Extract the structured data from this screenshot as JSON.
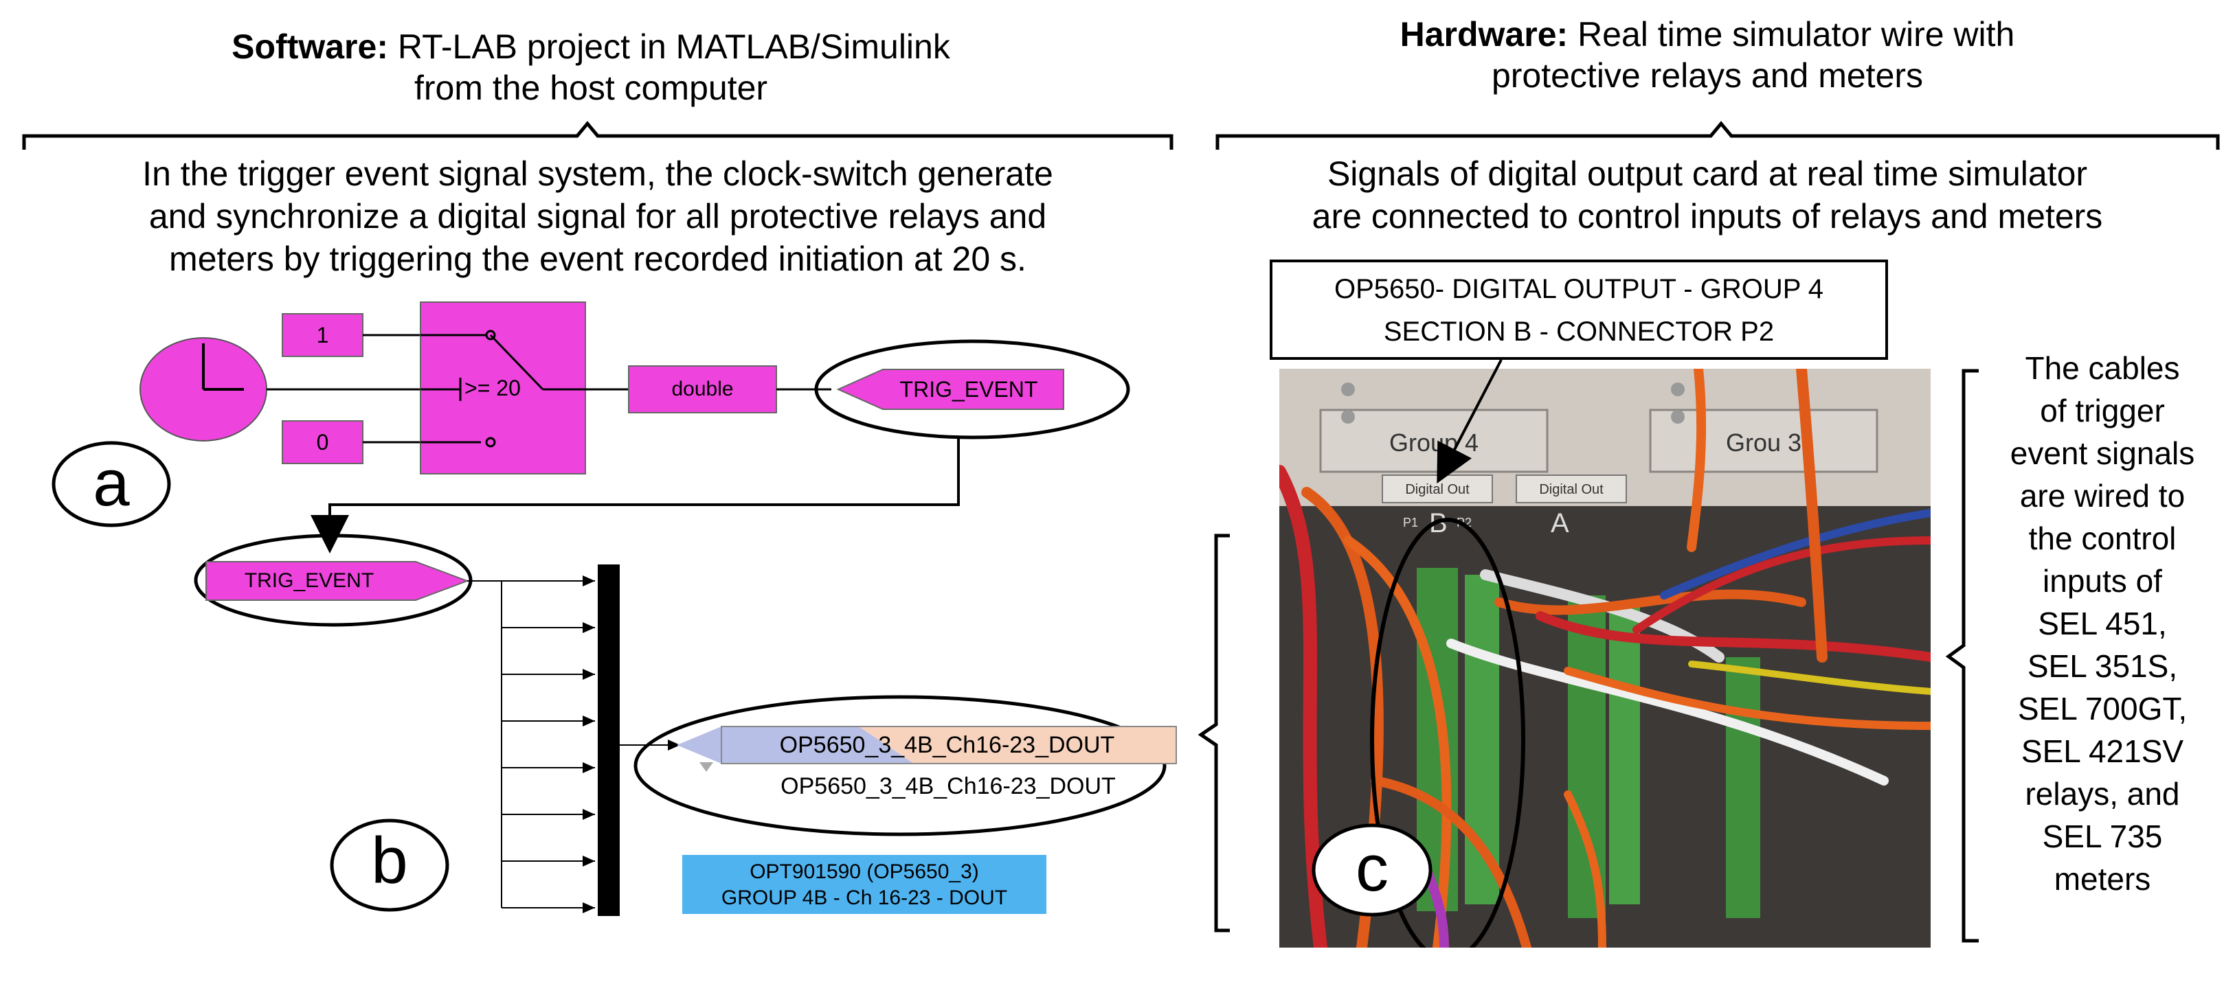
{
  "left": {
    "heading_bold": "Software:",
    "heading_rest_line1": " RT-LAB project in MATLAB/Simulink",
    "heading_line2": "from the host computer",
    "description_line1": "In the trigger event signal system, the clock-switch generate",
    "description_line2": "and synchronize a digital signal for all protective relays and",
    "description_line3": "meters by triggering the event recorded initiation at 20 s."
  },
  "right": {
    "heading_bold": "Hardware:",
    "heading_rest_line1": " Real time simulator wire with",
    "heading_line2": "protective relays and meters",
    "description_line1": "Signals of digital output card at real time simulator",
    "description_line2": "are connected to control inputs of relays and meters",
    "callout_line1": "OP5650- DIGITAL OUTPUT - GROUP 4",
    "callout_line2": "SECTION B - CONNECTOR P2",
    "side_text": [
      "The cables",
      "of trigger",
      "event signals",
      "are wired to",
      "the control",
      "inputs of",
      "SEL 451,",
      "SEL 351S,",
      "SEL 700GT,",
      "SEL 421SV",
      "relays, and",
      "SEL 735",
      "meters"
    ]
  },
  "diagram_a": {
    "marker": "a",
    "const_one": "1",
    "const_zero": "0",
    "switch_label": ">= 20",
    "convert_label": "double",
    "goto_label": "TRIG_EVENT"
  },
  "diagram_b": {
    "marker": "b",
    "from_label": "TRIG_EVENT",
    "dout_label": "OP5650_3_4B_Ch16-23_DOUT",
    "dout_caption": "OP5650_3_4B_Ch16-23_DOUT",
    "card_line1": "OPT901590 (OP5650_3)",
    "card_line2": "GROUP 4B - Ch 16-23 - DOUT"
  },
  "photo": {
    "marker": "c",
    "group4_label": "Group 4",
    "group3_label": "Grou  3",
    "digital_out_1": "Digital Out",
    "digital_out_2": "Digital Out",
    "section_b": "B",
    "section_a": "A",
    "p1": "P1",
    "p2": "P2"
  },
  "colors": {
    "simulink_magenta": "#ee44dd",
    "dout_blue": "#b7bfe6",
    "dout_peach": "#f7d2bd",
    "card_blue": "#4fb3f0"
  }
}
